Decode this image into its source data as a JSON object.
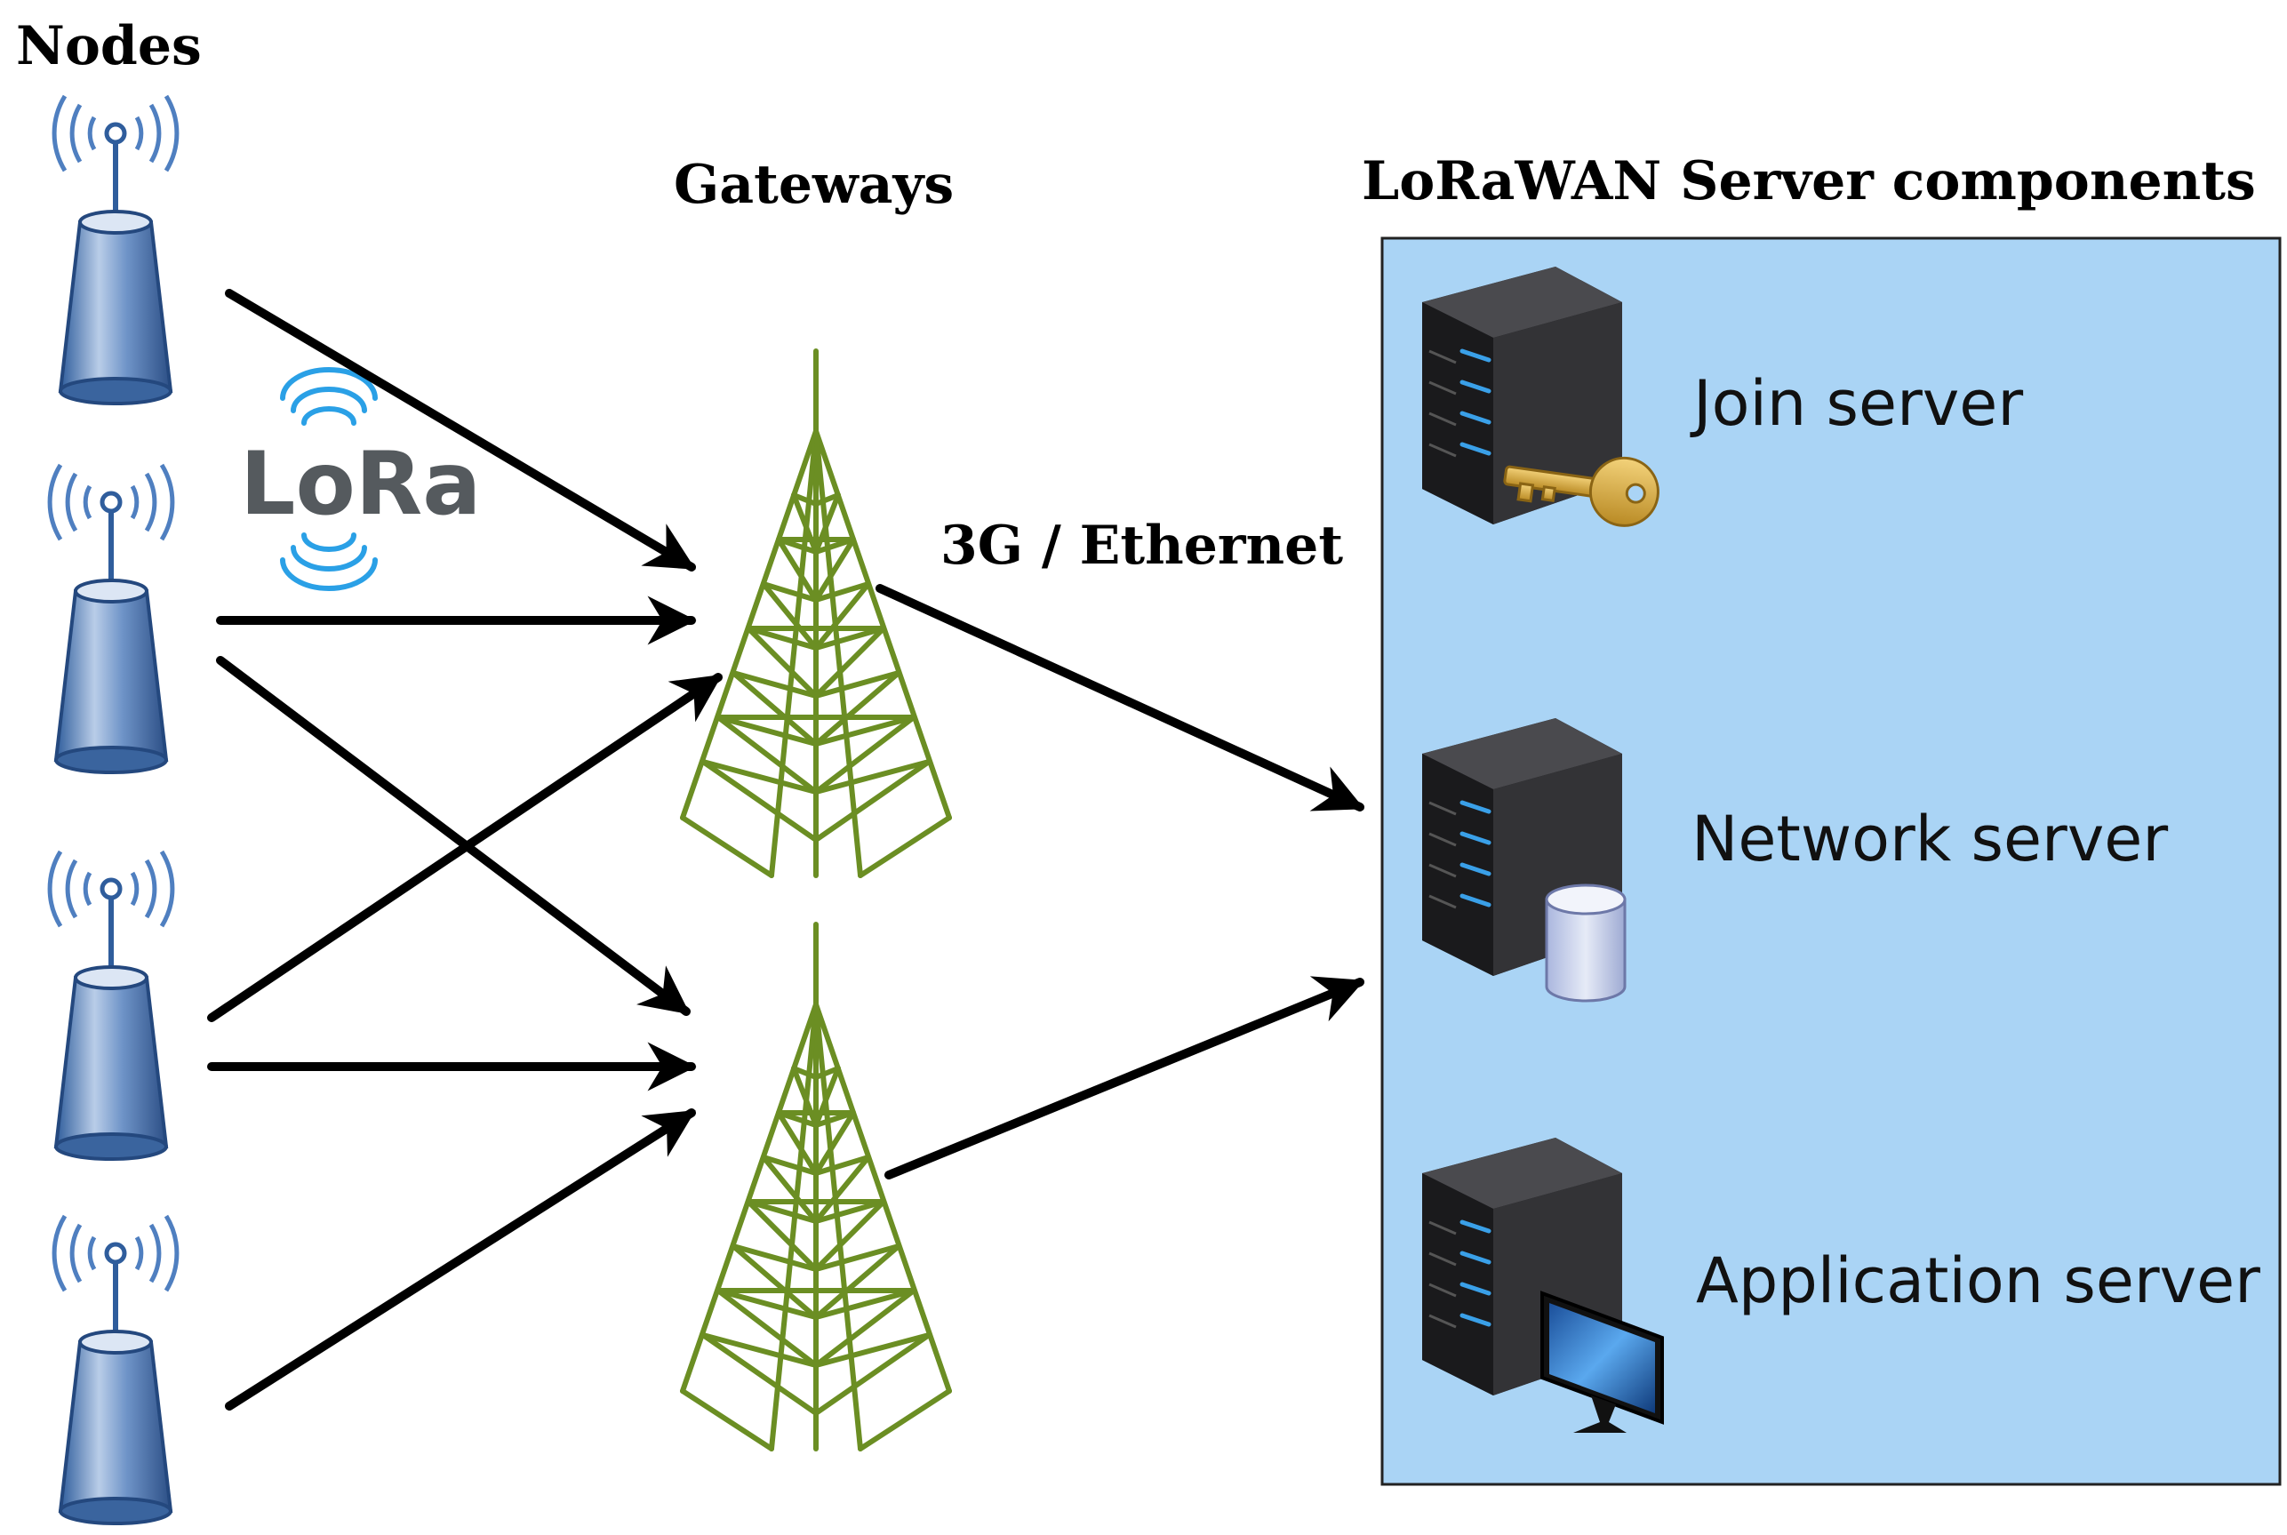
{
  "headings": {
    "nodes": "Nodes",
    "gateways": "Gateways",
    "server_components": "LoRaWAN Server components",
    "backhaul": "3G / Ethernet"
  },
  "logo": {
    "text": "LoRa"
  },
  "servers": [
    {
      "label": "Join server",
      "accessory": "key-icon"
    },
    {
      "label": "Network server",
      "accessory": "database-icon"
    },
    {
      "label": "Application server",
      "accessory": "monitor-icon"
    }
  ],
  "colors": {
    "panel_fill": "#aad4f5",
    "panel_border": "#222222",
    "tower_green": "#6b8e23",
    "node_blue": "#4f7fc0",
    "arrow": "#000000",
    "server_body": "#2e2e30",
    "server_led": "#3aa0e8"
  }
}
